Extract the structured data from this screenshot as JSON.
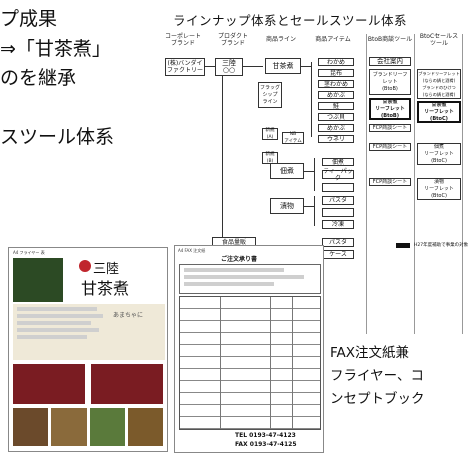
{
  "left_text": {
    "line1": "プ成果",
    "line2": "⇒「甘茶煮」",
    "line3": "のを継承",
    "line4": "スツール体系"
  },
  "diagram": {
    "title": "ラインナップ体系とセールスツール体系",
    "columns": [
      "コーポレート\nブランド",
      "プロダクト\nブランド",
      "商品ライン",
      "商品アイテム",
      "BtoB商談ツール",
      "BtoCセールス\nツール"
    ],
    "corp_brand": "(株)バンダイ\nファクトリー",
    "product_brand": "三陸\n○○",
    "line_main": "甘茶煮",
    "line_flag": "フラッグ\nシップ\nライン",
    "line_new": "新規\n(A)",
    "line_new2": "新規\n(B)",
    "line_new_label": "NB\nアイテム",
    "line_tsukudani": "佃煮",
    "line_tsuke": "漬物",
    "line_shokuhin": "食品量販",
    "items": [
      "わかめ",
      "昆布",
      "茎わかめ",
      "めかぶ",
      "鮭",
      "つぶ貝",
      "めかぶ",
      "ウネリ",
      "",
      "",
      "佃煮",
      "ティーパック",
      "",
      "パスタ",
      "",
      "冷凍",
      "",
      "パスタ",
      "ケース"
    ],
    "btob": [
      "会社案内",
      "ブランドリーフ\nレット\n(BtoB)",
      "甘茶煮\nリーフレット\n(BtoB)",
      "FCP商談シート",
      "FCP商談シート",
      "FCP商談シート"
    ],
    "btoc": [
      "ブランドリーフレット\n(ならの鍋と酒肴)\nブランドのひけつ\n(ならの鍋と酒肴)",
      "甘茶煮\nリーフレット\n(BtoC)",
      "佃煮\nリーフレット\n(BtoC)",
      "漬物\nリーフレット\n(BtoC)"
    ],
    "legend": "H27年度補助で事業の対象"
  },
  "flyer": {
    "header": "A4 フライヤー 表",
    "brand_top": "三陸",
    "brand_main": "甘茶煮",
    "tagline": "あまちゃに"
  },
  "order_form": {
    "header": "A4 FAX 注文紙",
    "title": "ご注文承り書",
    "tel": "TEL 0193-47-4123",
    "fax": "FAX 0193-47-4125"
  },
  "caption": {
    "line1": "FAX注文紙兼",
    "line2": "フライヤー、コ",
    "line3": "ンセプトブック"
  }
}
